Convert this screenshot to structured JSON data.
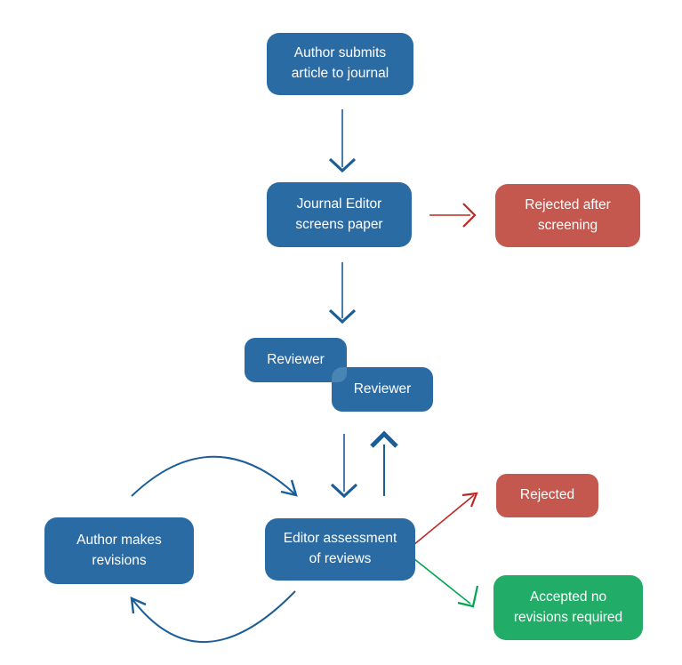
{
  "colors": {
    "box_blue": "#2b6ba4",
    "box_blue_overlap": "#4985b4",
    "box_red": "#c4574e",
    "box_green": "#21ad68",
    "arrow_blue": "#1b5d97",
    "arrow_red": "#be2823",
    "arrow_green": "#00a650",
    "text": "#ffffff",
    "background": "#ffffff"
  },
  "nodes": [
    {
      "id": "author-submits",
      "label": "Author submits article to journal",
      "color": "blue"
    },
    {
      "id": "journal-editor",
      "label": "Journal Editor screens paper",
      "color": "blue"
    },
    {
      "id": "rejected-after-screening",
      "label": "Rejected after screening",
      "color": "red"
    },
    {
      "id": "reviewer-1",
      "label": "Reviewer",
      "color": "blue"
    },
    {
      "id": "reviewer-2",
      "label": "Reviewer",
      "color": "blue"
    },
    {
      "id": "editor-assessment",
      "label": "Editor assessment of reviews",
      "color": "blue"
    },
    {
      "id": "rejected",
      "label": "Rejected",
      "color": "red"
    },
    {
      "id": "accepted",
      "label": "Accepted no revisions required",
      "color": "green"
    },
    {
      "id": "author-revisions",
      "label": "Author makes revisions",
      "color": "blue"
    }
  ],
  "edges": [
    {
      "from": "author-submits",
      "to": "journal-editor",
      "color": "arrow_blue",
      "style": "straight-down"
    },
    {
      "from": "journal-editor",
      "to": "rejected-after-screening",
      "color": "arrow_red",
      "style": "straight-right"
    },
    {
      "from": "journal-editor",
      "to": "reviewer-1",
      "color": "arrow_blue",
      "style": "straight-down"
    },
    {
      "from": "reviewer-2",
      "to": "editor-assessment",
      "color": "arrow_blue",
      "style": "straight-down"
    },
    {
      "from": "editor-assessment",
      "to": "reviewer-2",
      "color": "arrow_blue",
      "style": "straight-up-bold-head"
    },
    {
      "from": "editor-assessment",
      "to": "rejected",
      "color": "arrow_red",
      "style": "diagonal-up-right"
    },
    {
      "from": "editor-assessment",
      "to": "accepted",
      "color": "arrow_green",
      "style": "diagonal-down-right"
    },
    {
      "from": "author-revisions",
      "to": "editor-assessment",
      "color": "arrow_blue",
      "style": "arc-over-top"
    },
    {
      "from": "editor-assessment",
      "to": "author-revisions",
      "color": "arrow_blue",
      "style": "arc-under-bottom"
    }
  ]
}
